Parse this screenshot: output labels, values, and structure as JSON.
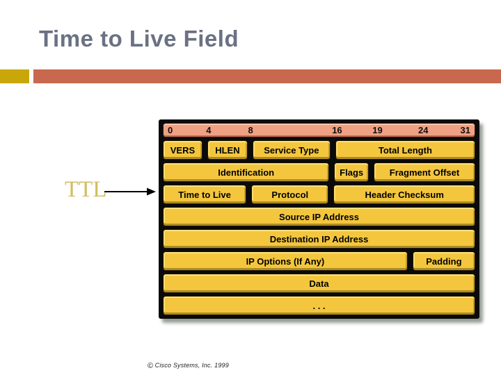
{
  "slide": {
    "title": "Time to Live Field",
    "title_color": "#6A7183",
    "accent_square_color": "#C9A70A",
    "accent_bar_color": "#C8684E"
  },
  "annotation": {
    "label": "TTL",
    "label_color": "#D2BC5E",
    "arrow": "right-arrow"
  },
  "diagram": {
    "scale_fill": "#F1A183",
    "field_fill": "#F3C63E",
    "frame_fill": "#0a0a0a",
    "bits": [
      "0",
      "4",
      "8",
      "16",
      "19",
      "24",
      "31"
    ],
    "rows": [
      {
        "fields": [
          {
            "label": "VERS"
          },
          {
            "label": "HLEN"
          },
          {
            "label": "Service Type"
          },
          {
            "label": "Total Length"
          }
        ]
      },
      {
        "fields": [
          {
            "label": "Identification"
          },
          {
            "label": "Flags"
          },
          {
            "label": "Fragment Offset"
          }
        ]
      },
      {
        "fields": [
          {
            "label": "Time to Live"
          },
          {
            "label": "Protocol"
          },
          {
            "label": "Header Checksum"
          }
        ]
      },
      {
        "fields": [
          {
            "label": "Source IP Address"
          }
        ]
      },
      {
        "fields": [
          {
            "label": "Destination IP Address"
          }
        ]
      },
      {
        "fields": [
          {
            "label": "IP Options (If Any)"
          },
          {
            "label": "Padding"
          }
        ]
      },
      {
        "fields": [
          {
            "label": "Data"
          }
        ]
      },
      {
        "fields": [
          {
            "label": ". . ."
          }
        ]
      }
    ]
  },
  "footer": {
    "symbol": "©",
    "text": "Cisco Systems, Inc. 1999"
  }
}
